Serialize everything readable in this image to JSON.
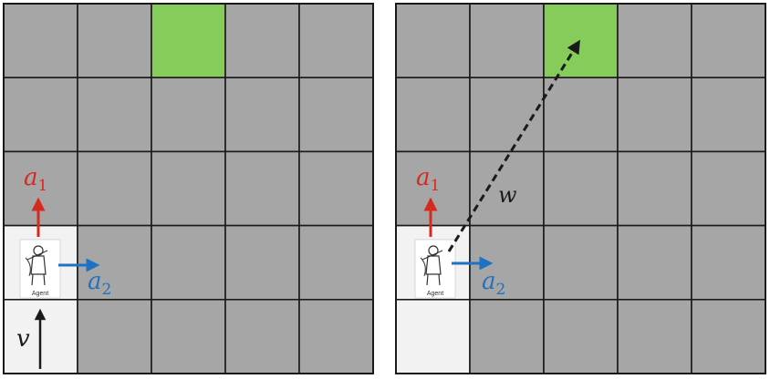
{
  "colors": {
    "cell": "#a6a6a6",
    "goal": "#86cc5a",
    "agent_cell": "#f2f2f2",
    "red_arrow": "#d62a1e",
    "blue_arrow": "#1f72c2",
    "dark": "#1a1a1a"
  },
  "grid_size": 5,
  "panels": [
    {
      "name": "left",
      "goal_cell": [
        0,
        2
      ],
      "agent_cell": [
        3,
        0
      ],
      "light_cells": [
        [
          3,
          0
        ],
        [
          4,
          0
        ]
      ],
      "labels": {
        "a1": {
          "main": "a",
          "sub": "1"
        },
        "a2": {
          "main": "a",
          "sub": "2"
        },
        "v": "v"
      },
      "agent_caption": "Agent"
    },
    {
      "name": "right",
      "goal_cell": [
        0,
        2
      ],
      "agent_cell": [
        3,
        0
      ],
      "light_cells": [
        [
          3,
          0
        ],
        [
          4,
          0
        ]
      ],
      "labels": {
        "a1": {
          "main": "a",
          "sub": "1"
        },
        "a2": {
          "main": "a",
          "sub": "2"
        },
        "w": "w"
      },
      "agent_caption": "Agent"
    }
  ]
}
